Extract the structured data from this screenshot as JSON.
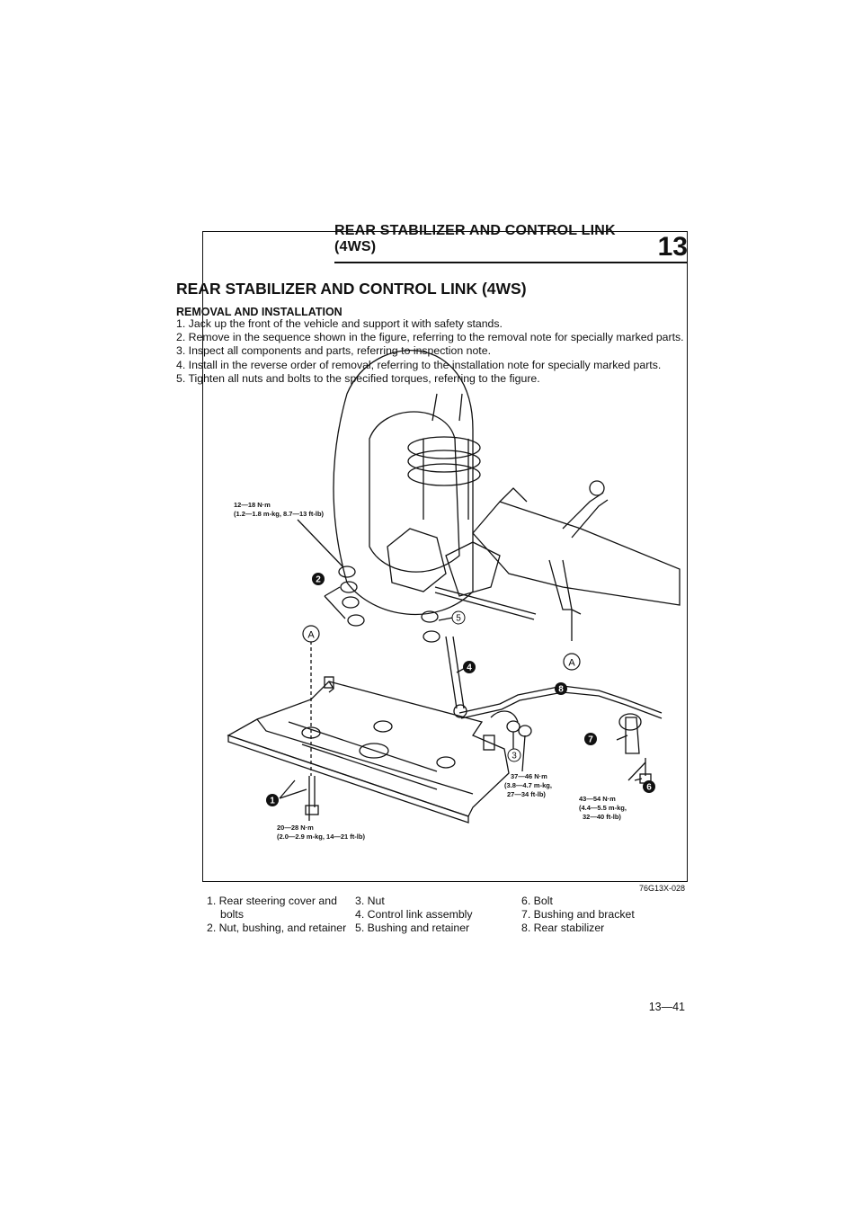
{
  "header": {
    "title": "REAR STABILIZER AND CONTROL LINK (4WS)",
    "chapter": "13"
  },
  "section_title": "REAR STABILIZER AND CONTROL LINK (4WS)",
  "subsection_title": "REMOVAL AND INSTALLATION",
  "steps": [
    "1. Jack up the front of the vehicle and support it with safety stands.",
    "2. Remove in the sequence shown in the figure, referring to the removal note for specially marked parts.",
    "3. Inspect all components and parts, referring to inspection note.",
    "4. Install in the reverse order of removal, referring to the installation note for specially marked parts.",
    "5. Tighten all nuts and bolts to the specified torques, referring to the figure."
  ],
  "figure": {
    "code": "76G13X-028",
    "torque_1_line1": "12—18 N·m",
    "torque_1_line2": "(1.2—1.8 m-kg, 8.7—13 ft-lb)",
    "torque_2_line1": "37—46 N·m",
    "torque_2_line2": "(3.8—4.7 m-kg,",
    "torque_2_line3": "27—34 ft-lb)",
    "torque_3_line1": "43—54 N·m",
    "torque_3_line2": "(4.4—5.5 m-kg,",
    "torque_3_line3": "32—40 ft-lb)",
    "torque_4_line1": "20—28 N·m",
    "torque_4_line2": "(2.0—2.9 m-kg, 14—21 ft-lb)",
    "callout_A": "A",
    "num_1": "1",
    "num_2": "2",
    "num_3": "3",
    "num_4": "4",
    "num_5": "5",
    "num_6": "6",
    "num_7": "7",
    "num_8": "8"
  },
  "legend": {
    "col1": [
      "1. Rear steering cover and",
      "bolts",
      "2. Nut, bushing, and retainer"
    ],
    "col2": [
      "3. Nut",
      "4. Control link assembly",
      "5. Bushing and retainer"
    ],
    "col3": [
      "6. Bolt",
      "7. Bushing and bracket",
      "8. Rear stabilizer"
    ]
  },
  "page_number": "13—41"
}
